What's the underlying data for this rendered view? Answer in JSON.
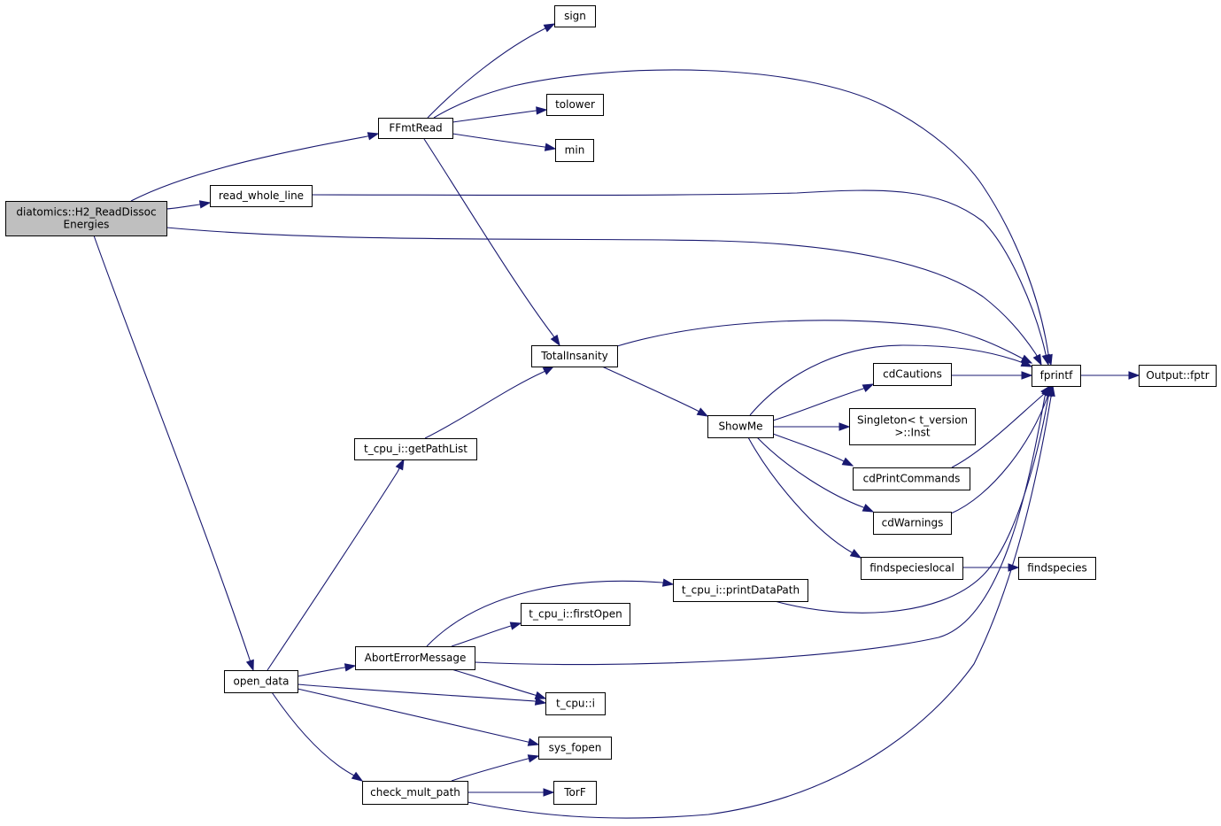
{
  "graph": {
    "nodes": [
      {
        "id": "root",
        "lines": [
          "diatomics::H2_ReadDissoc",
          "Energies"
        ],
        "root": true
      },
      {
        "id": "FFmtRead",
        "lines": [
          "FFmtRead"
        ]
      },
      {
        "id": "read_whole_line",
        "lines": [
          "read_whole_line"
        ]
      },
      {
        "id": "open_data",
        "lines": [
          "open_data"
        ]
      },
      {
        "id": "sign",
        "lines": [
          "sign"
        ]
      },
      {
        "id": "tolower",
        "lines": [
          "tolower"
        ]
      },
      {
        "id": "min",
        "lines": [
          "min"
        ]
      },
      {
        "id": "TotalInsanity",
        "lines": [
          "TotalInsanity"
        ]
      },
      {
        "id": "getPathList",
        "lines": [
          "t_cpu_i::getPathList"
        ]
      },
      {
        "id": "ShowMe",
        "lines": [
          "ShowMe"
        ]
      },
      {
        "id": "cdCautions",
        "lines": [
          "cdCautions"
        ]
      },
      {
        "id": "Singleton",
        "lines": [
          "Singleton< t_version",
          ">::Inst"
        ]
      },
      {
        "id": "cdPrintCommands",
        "lines": [
          "cdPrintCommands"
        ]
      },
      {
        "id": "cdWarnings",
        "lines": [
          "cdWarnings"
        ]
      },
      {
        "id": "findspecieslocal",
        "lines": [
          "findspecieslocal"
        ]
      },
      {
        "id": "findspecies",
        "lines": [
          "findspecies"
        ]
      },
      {
        "id": "fprintf",
        "lines": [
          "fprintf"
        ]
      },
      {
        "id": "fptr",
        "lines": [
          "Output::fptr"
        ]
      },
      {
        "id": "printDataPath",
        "lines": [
          "t_cpu_i::printDataPath"
        ]
      },
      {
        "id": "firstOpen",
        "lines": [
          "t_cpu_i::firstOpen"
        ]
      },
      {
        "id": "AbortErrorMessage",
        "lines": [
          "AbortErrorMessage"
        ]
      },
      {
        "id": "t_cpu_i",
        "lines": [
          "t_cpu::i"
        ]
      },
      {
        "id": "sys_fopen",
        "lines": [
          "sys_fopen"
        ]
      },
      {
        "id": "check_mult_path",
        "lines": [
          "check_mult_path"
        ]
      },
      {
        "id": "TorF",
        "lines": [
          "TorF"
        ]
      }
    ],
    "edges": [
      {
        "from": "root",
        "to": "FFmtRead"
      },
      {
        "from": "root",
        "to": "read_whole_line"
      },
      {
        "from": "root",
        "to": "fprintf"
      },
      {
        "from": "root",
        "to": "open_data"
      },
      {
        "from": "FFmtRead",
        "to": "sign"
      },
      {
        "from": "FFmtRead",
        "to": "fprintf"
      },
      {
        "from": "FFmtRead",
        "to": "tolower"
      },
      {
        "from": "FFmtRead",
        "to": "min"
      },
      {
        "from": "FFmtRead",
        "to": "TotalInsanity"
      },
      {
        "from": "read_whole_line",
        "to": "fprintf"
      },
      {
        "from": "TotalInsanity",
        "to": "fprintf"
      },
      {
        "from": "TotalInsanity",
        "to": "ShowMe"
      },
      {
        "from": "ShowMe",
        "to": "fprintf"
      },
      {
        "from": "ShowMe",
        "to": "cdCautions"
      },
      {
        "from": "ShowMe",
        "to": "Singleton"
      },
      {
        "from": "ShowMe",
        "to": "cdPrintCommands"
      },
      {
        "from": "ShowMe",
        "to": "cdWarnings"
      },
      {
        "from": "ShowMe",
        "to": "findspecieslocal"
      },
      {
        "from": "cdCautions",
        "to": "fprintf"
      },
      {
        "from": "cdPrintCommands",
        "to": "fprintf"
      },
      {
        "from": "cdWarnings",
        "to": "fprintf"
      },
      {
        "from": "findspecieslocal",
        "to": "findspecies"
      },
      {
        "from": "fprintf",
        "to": "fptr"
      },
      {
        "from": "getPathList",
        "to": "TotalInsanity"
      },
      {
        "from": "open_data",
        "to": "getPathList"
      },
      {
        "from": "open_data",
        "to": "AbortErrorMessage"
      },
      {
        "from": "open_data",
        "to": "t_cpu_i"
      },
      {
        "from": "open_data",
        "to": "sys_fopen"
      },
      {
        "from": "open_data",
        "to": "check_mult_path"
      },
      {
        "from": "AbortErrorMessage",
        "to": "printDataPath"
      },
      {
        "from": "AbortErrorMessage",
        "to": "firstOpen"
      },
      {
        "from": "AbortErrorMessage",
        "to": "fprintf"
      },
      {
        "from": "AbortErrorMessage",
        "to": "t_cpu_i"
      },
      {
        "from": "printDataPath",
        "to": "fprintf"
      },
      {
        "from": "check_mult_path",
        "to": "sys_fopen"
      },
      {
        "from": "check_mult_path",
        "to": "TorF"
      },
      {
        "from": "check_mult_path",
        "to": "fprintf"
      }
    ]
  },
  "colors": {
    "edge": "#191970",
    "root_fill": "#bfbfbf",
    "node_fill": "#ffffff",
    "node_border": "#000000"
  }
}
